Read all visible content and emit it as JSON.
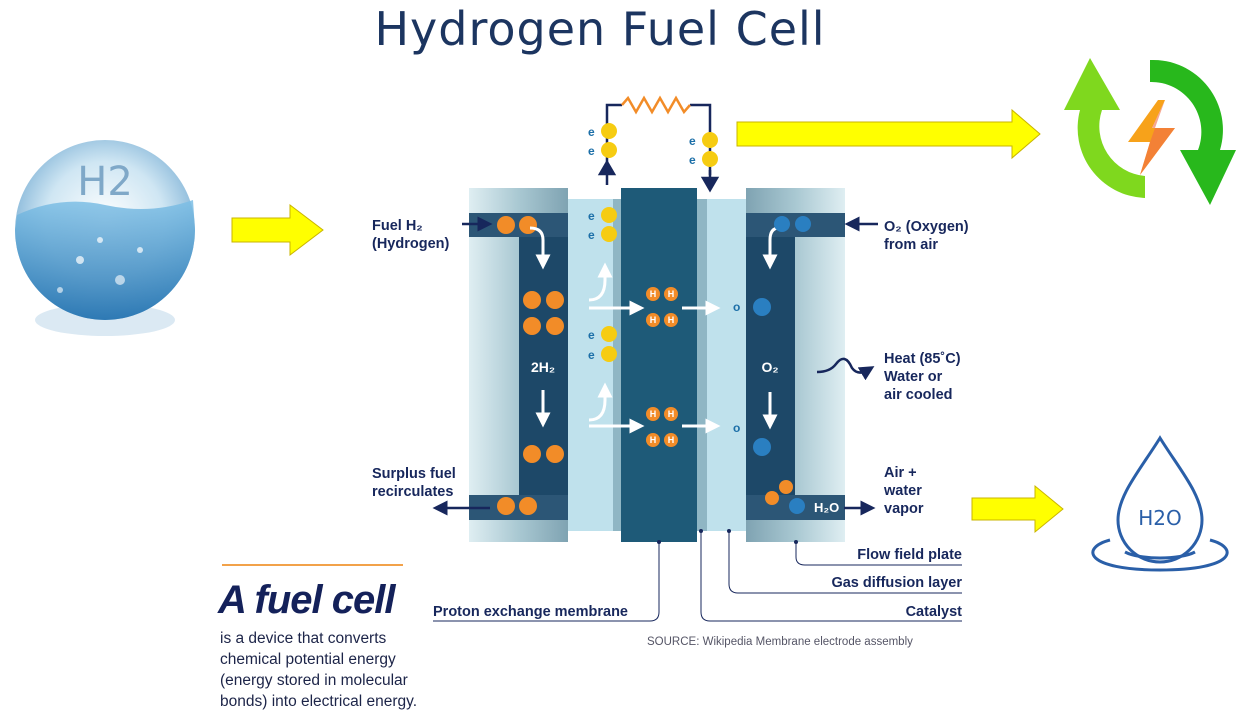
{
  "title": "Hydrogen Fuel Cell",
  "h2_bubble_label": "H2",
  "water_icon_label": "H2O",
  "diagram": {
    "fuel_in": [
      "Fuel H₂",
      "(Hydrogen)"
    ],
    "surplus": [
      "Surplus fuel",
      "recirculates"
    ],
    "oxygen_in": [
      "O₂ (Oxygen)",
      "from air"
    ],
    "heat": [
      "Heat (85˚C)",
      "Water or",
      "air  cooled"
    ],
    "exhaust": [
      "Air +",
      "water",
      "vapor"
    ],
    "anode_label": "2H₂",
    "cathode_label": "O₂",
    "water_out": "H₂O",
    "electron": "e",
    "proton": "H",
    "oxygen_atom": "o",
    "parts": {
      "flow_field_plate": "Flow field plate",
      "gas_diffusion_layer": "Gas diffusion layer",
      "catalyst": "Catalyst",
      "pem": "Proton exchange membrane"
    },
    "source": "SOURCE: Wikipedia Membrane electrode assembly"
  },
  "definition": {
    "heading": "A fuel cell",
    "lines": [
      "is a device that converts",
      "chemical potential energy",
      "(energy stored in molecular",
      "bonds) into electrical energy."
    ]
  },
  "colors": {
    "title": "#1c3560",
    "navy": "#17275c",
    "membrane": "#1e5a78",
    "hydrogen": "#f28c28",
    "oxygen": "#2a7fc1",
    "electron": "#f6cc12",
    "arrow": "#ffff00",
    "green": "#3cbf1e"
  }
}
